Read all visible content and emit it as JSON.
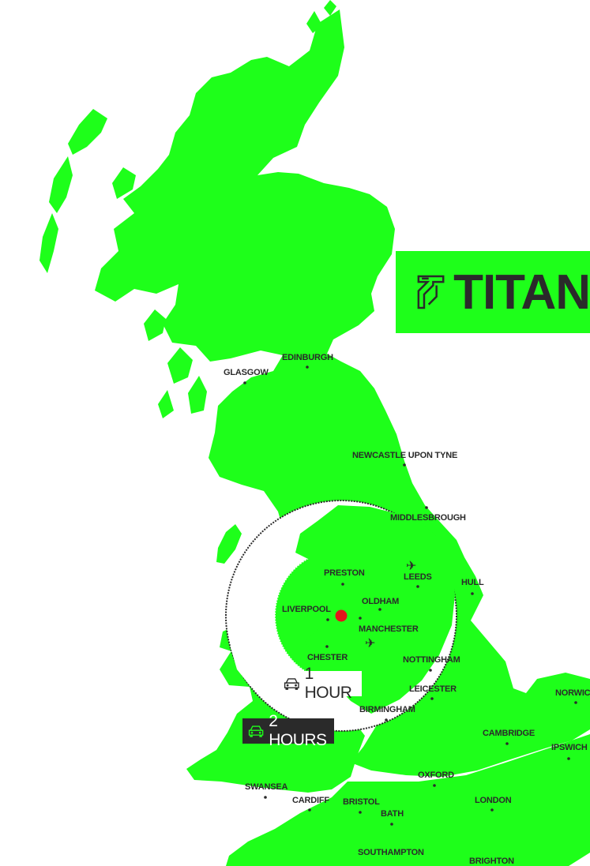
{
  "brand": {
    "name": "TITAN",
    "map_color": "#1eff1a",
    "text_color": "#2a2a2a"
  },
  "radius_labels": {
    "one_hour": "1 HOUR",
    "two_hours": "2 HOURS"
  },
  "icons": {
    "car": "car-icon",
    "plane": "plane-icon",
    "logo_mark": "titan-logo-mark"
  },
  "cities": [
    {
      "id": "glasgow",
      "name": "GLASGOW"
    },
    {
      "id": "edinburgh",
      "name": "EDINBURGH"
    },
    {
      "id": "newcastle",
      "name": "NEWCASTLE UPON TYNE"
    },
    {
      "id": "middlesbrough",
      "name": "MIDDLESBROUGH"
    },
    {
      "id": "preston",
      "name": "PRESTON"
    },
    {
      "id": "leeds",
      "name": "LEEDS"
    },
    {
      "id": "hull",
      "name": "HULL"
    },
    {
      "id": "oldham",
      "name": "OLDHAM"
    },
    {
      "id": "liverpool",
      "name": "LIVERPOOL"
    },
    {
      "id": "manchester",
      "name": "MANCHESTER"
    },
    {
      "id": "chester",
      "name": "CHESTER"
    },
    {
      "id": "nottingham",
      "name": "NOTTINGHAM"
    },
    {
      "id": "leicester",
      "name": "LEICESTER"
    },
    {
      "id": "birmingham",
      "name": "BIRMINGHAM"
    },
    {
      "id": "norwich",
      "name": "NORWICH"
    },
    {
      "id": "cambridge",
      "name": "CAMBRIDGE"
    },
    {
      "id": "ipswich",
      "name": "IPSWICH"
    },
    {
      "id": "oxford",
      "name": "OXFORD"
    },
    {
      "id": "swansea",
      "name": "SWANSEA"
    },
    {
      "id": "cardiff",
      "name": "CARDIFF"
    },
    {
      "id": "bristol",
      "name": "BRISTOL"
    },
    {
      "id": "bath",
      "name": "BATH"
    },
    {
      "id": "london",
      "name": "LONDON"
    },
    {
      "id": "southampton",
      "name": "SOUTHAMPTON"
    },
    {
      "id": "brighton",
      "name": "BRIGHTON"
    }
  ]
}
